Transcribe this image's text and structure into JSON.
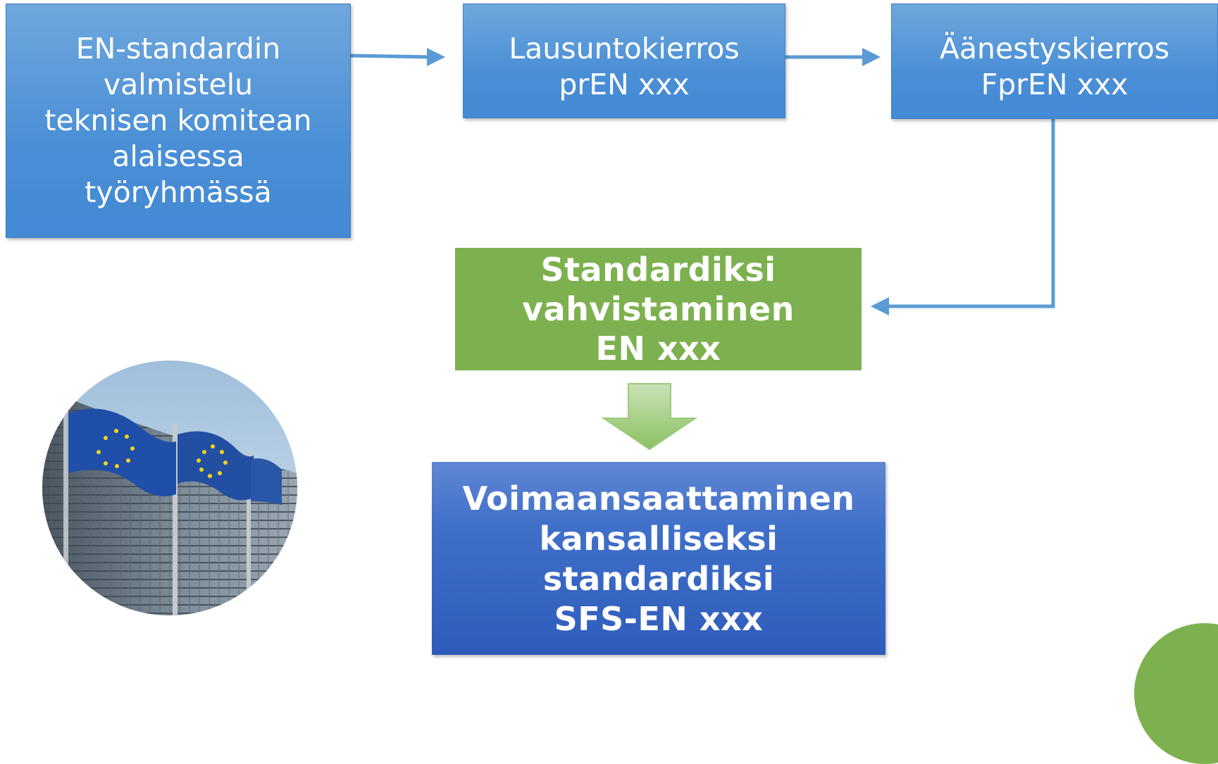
{
  "flow": {
    "preparation": {
      "lines": [
        "EN-standardin",
        "valmistelu",
        "teknisen komitean",
        "alaisessa",
        "työryhmässä"
      ]
    },
    "comment_round": {
      "lines": [
        "Lausuntokierros",
        "prEN xxx"
      ]
    },
    "voting_round": {
      "lines": [
        "Äänestyskierros",
        "FprEN xxx"
      ]
    },
    "approval": {
      "lines": [
        "Standardiksi",
        "vahvistaminen",
        "EN xxx"
      ]
    },
    "national_adoption": {
      "lines": [
        "Voimaansaattaminen",
        "kansalliseksi",
        "standardiksi",
        "SFS-EN xxx"
      ]
    }
  },
  "colors": {
    "blue_box": "#4a8fd6",
    "green_box": "#7db14f",
    "dark_blue_box": "#3f6fc9",
    "connector": "#5b9bd5",
    "down_arrow": "#9cc97a"
  },
  "image": {
    "icon": "eu-flags-photo"
  }
}
